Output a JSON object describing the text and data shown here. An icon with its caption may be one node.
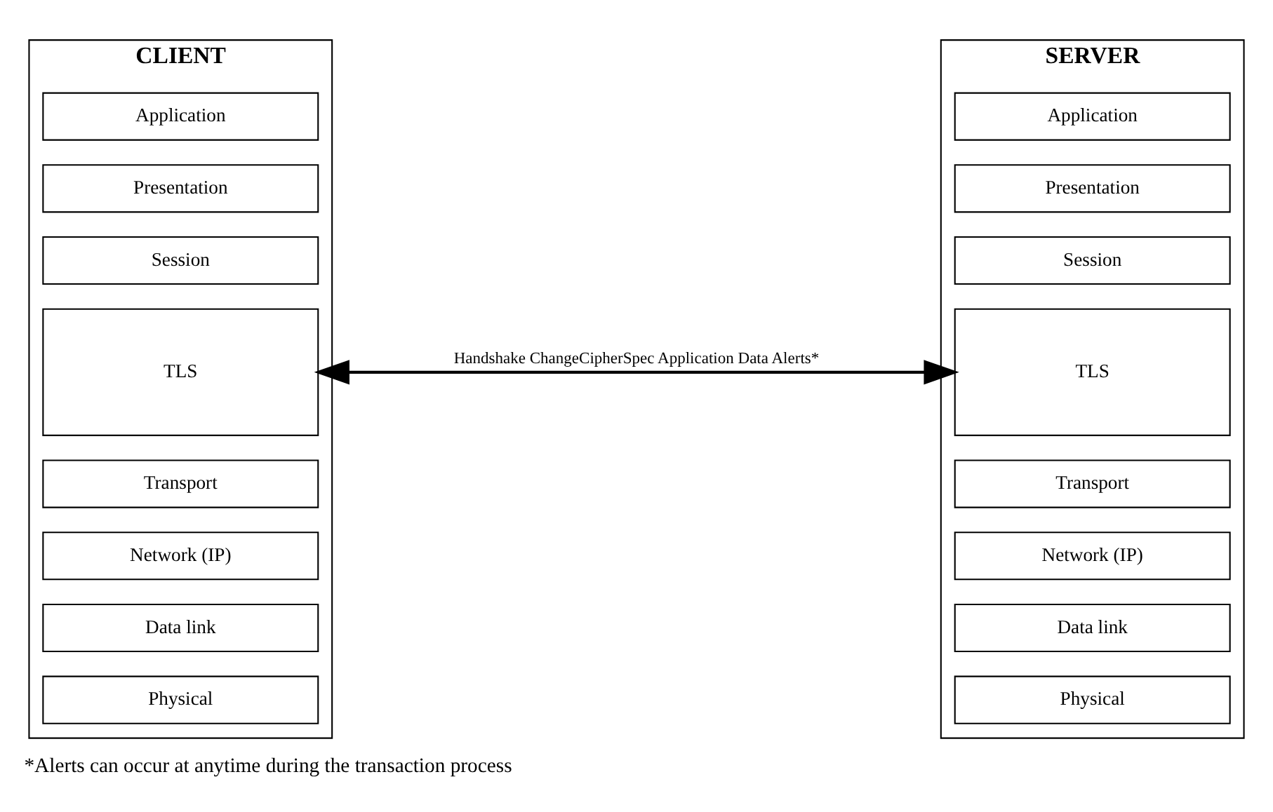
{
  "diagram": {
    "caption": "*Alerts can occur at anytime during the transaction process",
    "nodes": [
      {
        "text": [
          "CLIENT"
        ]
      },
      {
        "text": [
          "Application"
        ],
        "in": 0
      },
      {
        "text": [
          "Presentation"
        ],
        "in": 0
      },
      {
        "text": [
          "Session"
        ],
        "in": 0
      },
      {
        "text": [
          "TLS"
        ],
        "in": 0
      },
      {
        "text": [
          "Transport"
        ],
        "in": 0
      },
      {
        "text": [
          "Network (IP)"
        ],
        "in": 0
      },
      {
        "text": [
          "Data link"
        ],
        "in": 0
      },
      {
        "text": [
          "Physical"
        ],
        "in": 0
      },
      {
        "text": [
          "SERVER"
        ]
      },
      {
        "text": [
          "Application"
        ],
        "in": 9
      },
      {
        "text": [
          "Presentation"
        ],
        "in": 9
      },
      {
        "text": [
          "Session"
        ],
        "in": 9
      },
      {
        "text": [
          "TLS"
        ],
        "in": 9
      },
      {
        "text": [
          "Transport"
        ],
        "in": 9
      },
      {
        "text": [
          "Network (IP)"
        ],
        "in": 9
      },
      {
        "text": [
          "Data link"
        ],
        "in": 9
      },
      {
        "text": [
          "Physical"
        ],
        "in": 9
      }
    ],
    "edges": [
      {
        "from": 4,
        "to": 13,
        "arrow": "both",
        "label": "Handshake ChangeCipherSpec Application Data Alerts*"
      }
    ]
  }
}
